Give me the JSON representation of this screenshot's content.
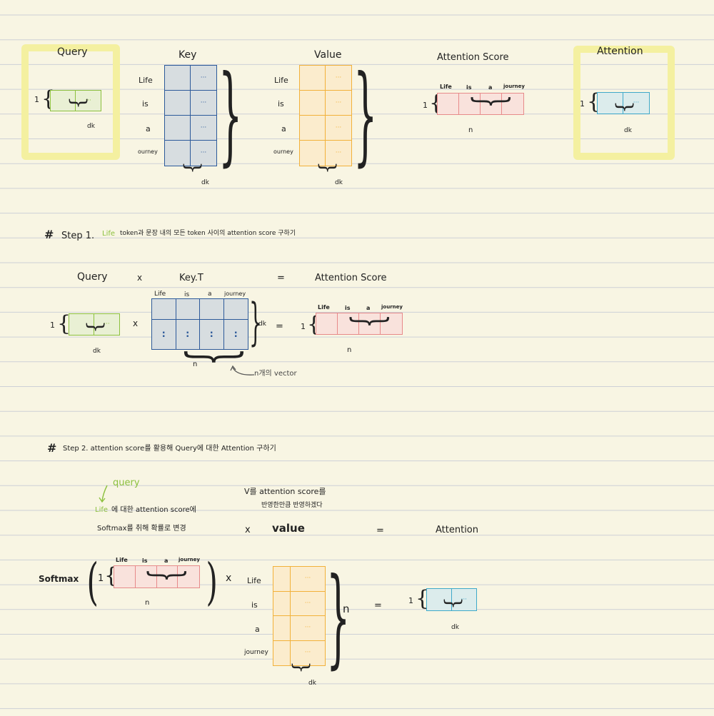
{
  "tokens": [
    "Life",
    "is",
    "a",
    "journey"
  ],
  "tokens_cut": [
    "Life",
    "is",
    "a",
    "ourney"
  ],
  "labels": {
    "query": "Query",
    "key": "Key",
    "value": "Value",
    "attention_score": "Attention Score",
    "attention": "Attention",
    "one": "1",
    "dk": "dk",
    "n": "n",
    "dots_h": "···",
    "dots_v": ":"
  },
  "step1": {
    "hash": "#",
    "title_prefix": "Step 1.",
    "title_highlight": "Life",
    "title_rest": "token과 문장 내의 모든 token 사이의 attention score 구하기",
    "query": "Query",
    "times": "x",
    "keyT": "Key.T",
    "equals": "=",
    "attention_score": "Attention Score",
    "note": "n개의 vector"
  },
  "step2": {
    "hash": "#",
    "title": "Step 2.  attention score를 활용해  Query에 대한  Attention 구하기",
    "query_note": "query",
    "life_word": "Life",
    "note1_rest": "에 대한 attention score에",
    "note2": "Softmax를 취해 확률로 변경",
    "v_note1": "V를 attention score를",
    "v_note2": "반영한만큼 반영하겠다",
    "times": "x",
    "value": "value",
    "equals": "=",
    "attention": "Attention",
    "softmax": "Softmax",
    "x_mark": "x"
  },
  "colors": {
    "paper": "#f8f5e3",
    "rule": "#cdd0d6",
    "green": "#8cc03e",
    "green_fill": "#e9f0d4",
    "blue": "#2d5a9a",
    "blue_fill": "#d7dde0",
    "orange": "#f2b13a",
    "orange_fill": "#fbeccd",
    "pink": "#e78a8a",
    "pink_fill": "#f9e2dc",
    "cyan": "#3fa9c9",
    "cyan_fill": "#dcecec",
    "highlight": "#f4f0a0"
  }
}
